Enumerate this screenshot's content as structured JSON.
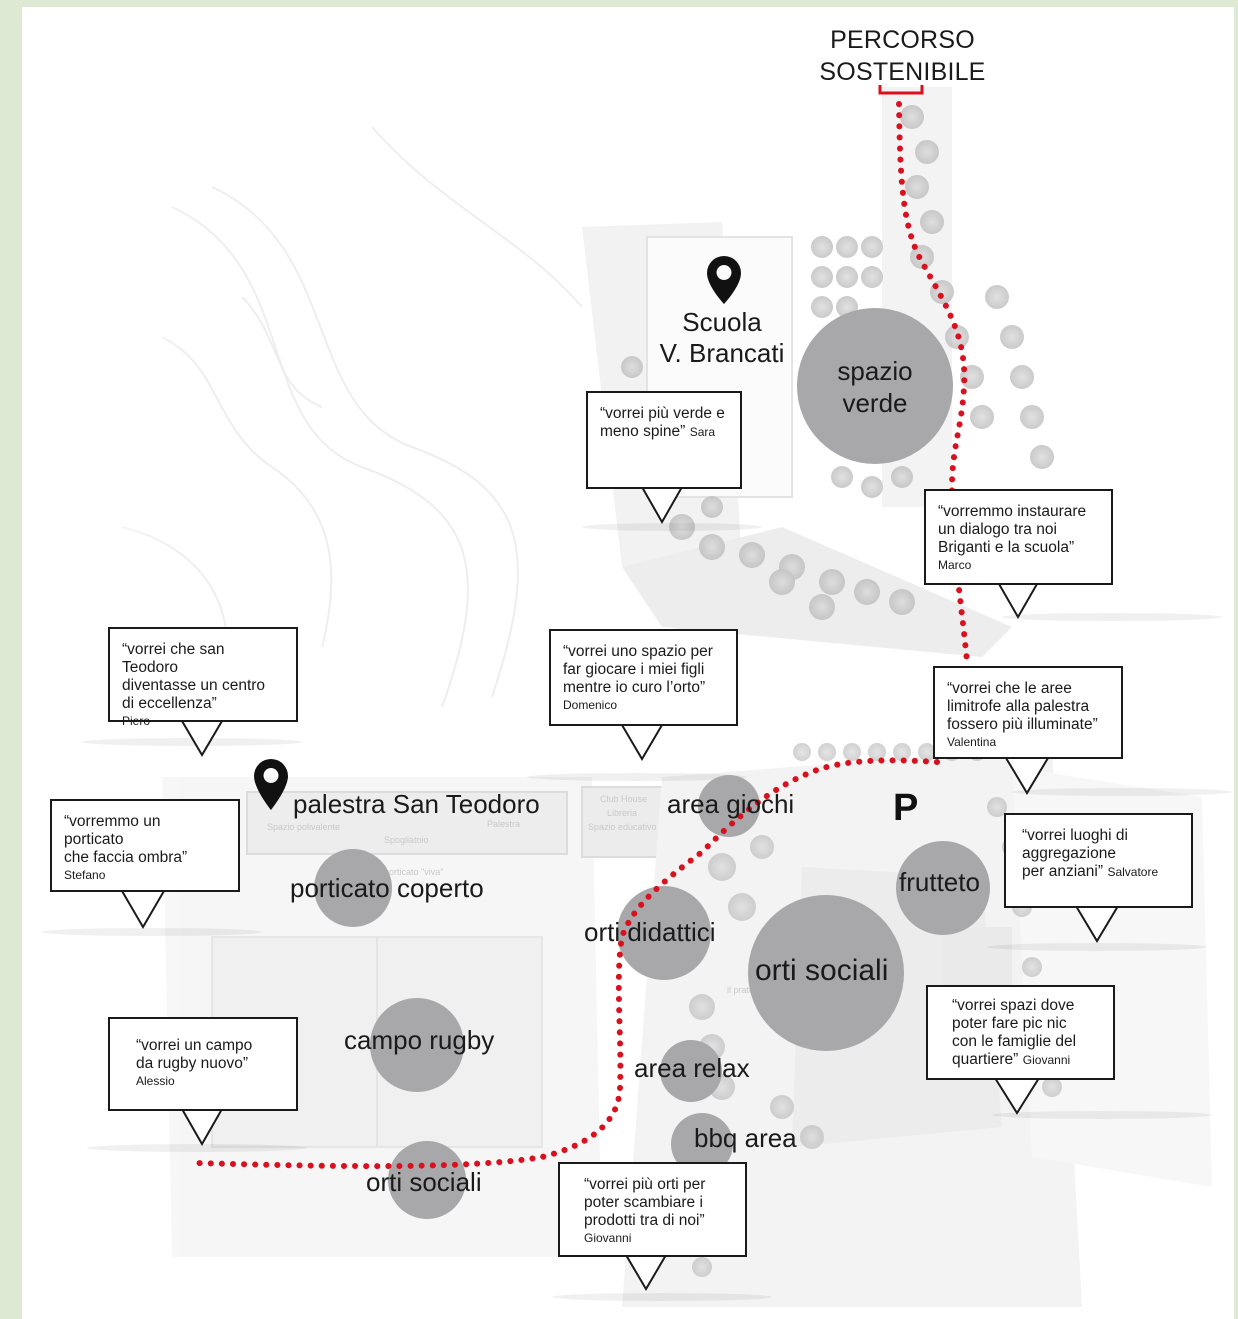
{
  "route": {
    "title_line1": "PERCORSO",
    "title_line2": "SOSTENIBILE",
    "color": "#d9101e"
  },
  "colors": {
    "frame": "#dde9d2",
    "circle": "#a8a8aa",
    "ink": "#1a1a1a"
  },
  "places": {
    "school_line1": "Scuola",
    "school_line2": "V. Brancati",
    "gym": "palestra San Teodoro",
    "parking": "P"
  },
  "areas": {
    "spazio_verde_line1": "spazio",
    "spazio_verde_line2": "verde",
    "area_giochi": "area giochi",
    "frutteto": "frutteto",
    "porticato": "porticato coperto",
    "orti_didattici": "orti didattici",
    "orti_sociali_large": "orti sociali",
    "campo_rugby": "campo rugby",
    "area_relax": "area relax",
    "bbq_area": "bbq area",
    "orti_sociali_small": "orti sociali"
  },
  "map_labels": {
    "spazio_polivalente": "Spazio polivalente",
    "spogliatoio": "Spogliatoio",
    "palestra": "Palestra",
    "club_house": "Club House",
    "libreria": "Libreria",
    "spazio_educativo": "Spazio educativo",
    "porticato_viva": "porticato \"viva\"",
    "il_prato": "il prato"
  },
  "quotes": {
    "sara": {
      "text": "“vorrei più verde e\nmeno spine”",
      "author": "Sara"
    },
    "marco": {
      "text": "“vorremmo instaurare\nun dialogo tra noi\nBriganti e la scuola”",
      "author": "Marco"
    },
    "piero": {
      "text": "“vorrei che san Teodoro\ndiventasse un centro\ndi eccellenza”",
      "author": "Piero"
    },
    "domenico": {
      "text": "“vorrei uno spazio per\nfar giocare i miei figli\nmentre io curo l’orto”",
      "author": "Domenico"
    },
    "valentina": {
      "text": "“vorrei che le aree\nlimitrofe alla palestra\nfossero più illuminate”",
      "author": "Valentina"
    },
    "stefano": {
      "text": "“vorremmo un porticato\nche faccia ombra”",
      "author": "Stefano"
    },
    "salvatore": {
      "text": "“vorrei luoghi di\naggregazione\nper anziani”",
      "author": "Salvatore"
    },
    "giovanni_picnic": {
      "text": "“vorrei spazi dove\npoter fare pic nic\ncon le famiglie del\nquartiere”",
      "author": "Giovanni"
    },
    "alessio": {
      "text": "“vorrei un campo\nda rugby nuovo”",
      "author": "Alessio"
    },
    "giovanni_orti": {
      "text": "“vorrei più orti per\npoter scambiare i\nprodotti tra di noi”",
      "author": "Giovanni"
    }
  }
}
